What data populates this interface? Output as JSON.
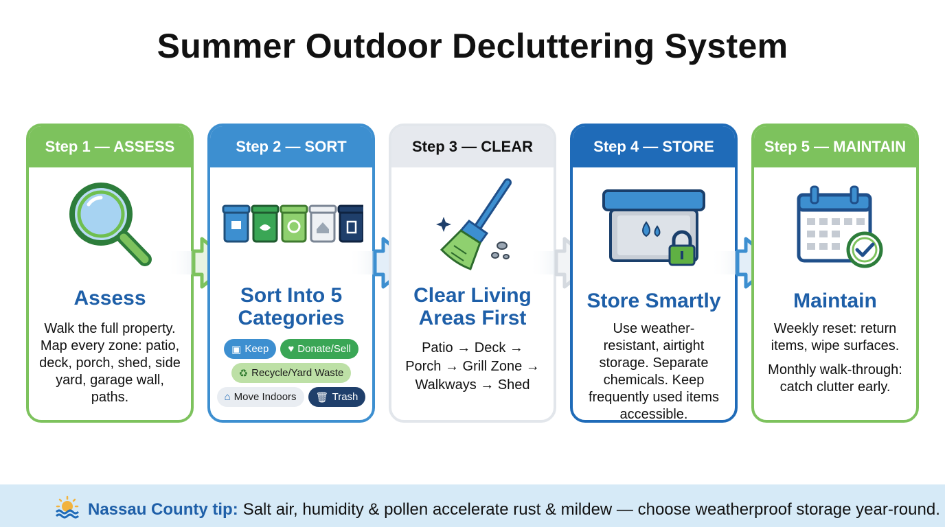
{
  "title": "Summer Outdoor Decluttering System",
  "steps": [
    {
      "header": "Step 1 — ASSESS",
      "icon": "magnifying-glass-icon",
      "heading": "Assess",
      "text": "Walk the full property. Map every zone: patio, deck, porch, shed, side yard, garage wall, paths."
    },
    {
      "header": "Step 2 — SORT",
      "icon": "bins-icon",
      "heading": "Sort Into 5 Categories",
      "chips": [
        "Keep",
        "Donate/Sell",
        "Recycle/Yard Waste",
        "Move Indoors",
        "Trash"
      ]
    },
    {
      "header": "Step 3 — CLEAR",
      "icon": "broom-icon",
      "heading": "Clear Living Areas First",
      "text": "Patio → Deck → Porch → Grill Zone → Walkways → Shed"
    },
    {
      "header": "Step 4 — STORE",
      "icon": "storage-box-icon",
      "heading": "Store Smartly",
      "text": "Use weather-resistant, airtight storage. Separate chemicals. Keep frequently used items accessible."
    },
    {
      "header": "Step 5 — MAINTAIN",
      "icon": "calendar-check-icon",
      "heading": "Maintain",
      "text1": "Weekly reset: return items, wipe surfaces.",
      "text2": "Monthly walk-through: catch clutter early."
    }
  ],
  "footer": {
    "icon": "sun-wave-icon",
    "label": "Nassau County tip:",
    "text": "Salt air, humidity & pollen accelerate rust & mildew — choose weatherproof storage year-round."
  },
  "colors": {
    "green": "#7dc25d",
    "blue": "#3d8fd0",
    "darkblue": "#1f6bb8",
    "gray": "#e6e9ee",
    "headingblue": "#1e5fa8"
  }
}
